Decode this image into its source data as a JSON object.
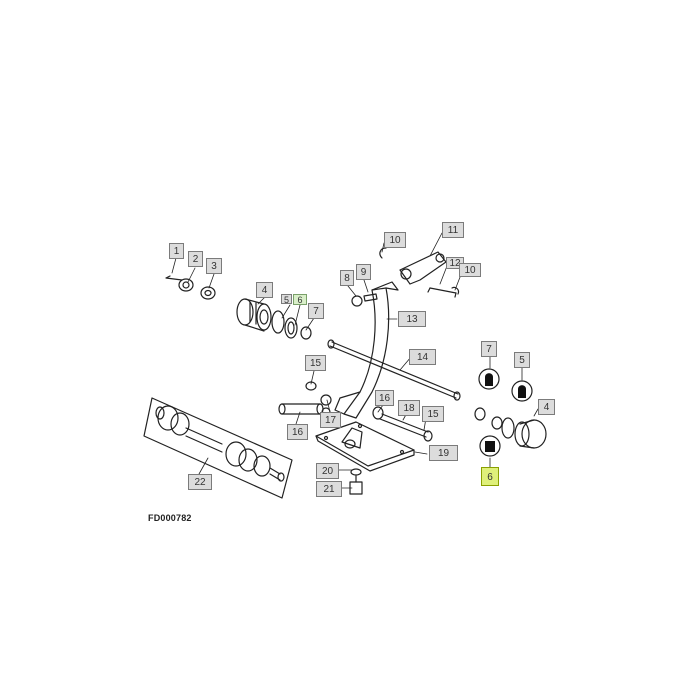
{
  "figure_id": "FD000782",
  "callouts": {
    "c1": "1",
    "c2": "2",
    "c3": "3",
    "c4a": "4",
    "c5a": "5",
    "c6a": "6",
    "c7a": "7",
    "c8": "8",
    "c9": "9",
    "c10a": "10",
    "c10b": "10",
    "c11": "11",
    "c12": "12",
    "c13": "13",
    "c14": "14",
    "c15a": "15",
    "c15b": "15",
    "c16a": "16",
    "c16b": "16",
    "c17": "17",
    "c18": "18",
    "c19": "19",
    "c20": "20",
    "c21": "21",
    "c22": "22",
    "c7b": "7",
    "c5b": "5",
    "c4b": "4",
    "c6b": "6"
  },
  "colors": {
    "highlight": "#dff07a",
    "highlight_alt": "#d9efc9",
    "callout_bg": "#dcdcdc",
    "line": "#222222"
  }
}
